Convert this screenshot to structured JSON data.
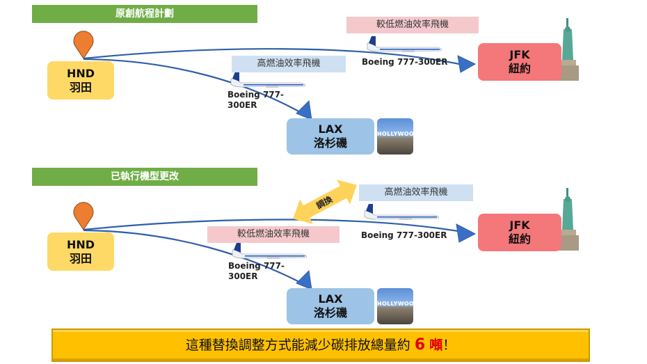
{
  "sections": [
    {
      "header": "原創航程計劃",
      "origin": {
        "code": "HND",
        "city": "羽田"
      },
      "destinations": {
        "jfk": {
          "code": "JFK",
          "city": "紐約"
        },
        "lax": {
          "code": "LAX",
          "city": "洛杉磯"
        }
      },
      "jfk_route": {
        "efficiency_label": "較低燃油效率飛機",
        "aircraft": "Boeing 777-300ER"
      },
      "lax_route": {
        "efficiency_label": "高燃油效率飛機",
        "aircraft_line1": "Boeing 777-",
        "aircraft_line2": "300ER"
      }
    },
    {
      "header": "已執行機型更改",
      "origin": {
        "code": "HND",
        "city": "羽田"
      },
      "destinations": {
        "jfk": {
          "code": "JFK",
          "city": "紐約"
        },
        "lax": {
          "code": "LAX",
          "city": "洛杉磯"
        }
      },
      "swap_label": "調換",
      "jfk_route": {
        "efficiency_label": "高燃油效率飛機",
        "aircraft": "Boeing 777-300ER"
      },
      "lax_route": {
        "efficiency_label": "較低燃油效率飛機",
        "aircraft_line1": "Boeing 777-",
        "aircraft_line2": "300ER"
      }
    }
  ],
  "landmarks": {
    "lax_sign": "HOLLYWOOD"
  },
  "banner": {
    "text": "這種替換調整方式能減少碳排放總量約",
    "value": "6",
    "unit": "噸",
    "suffix": "！"
  },
  "colors": {
    "header_green": "#70ad47",
    "origin_yellow": "#ffd966",
    "jfk_red": "#f4777a",
    "lax_blue": "#9dc3e6",
    "route_blue": "#2e5faa",
    "pin_orange": "#ed7d31",
    "banner_gold": "#ffc000",
    "highlight_red": "#e00000"
  }
}
